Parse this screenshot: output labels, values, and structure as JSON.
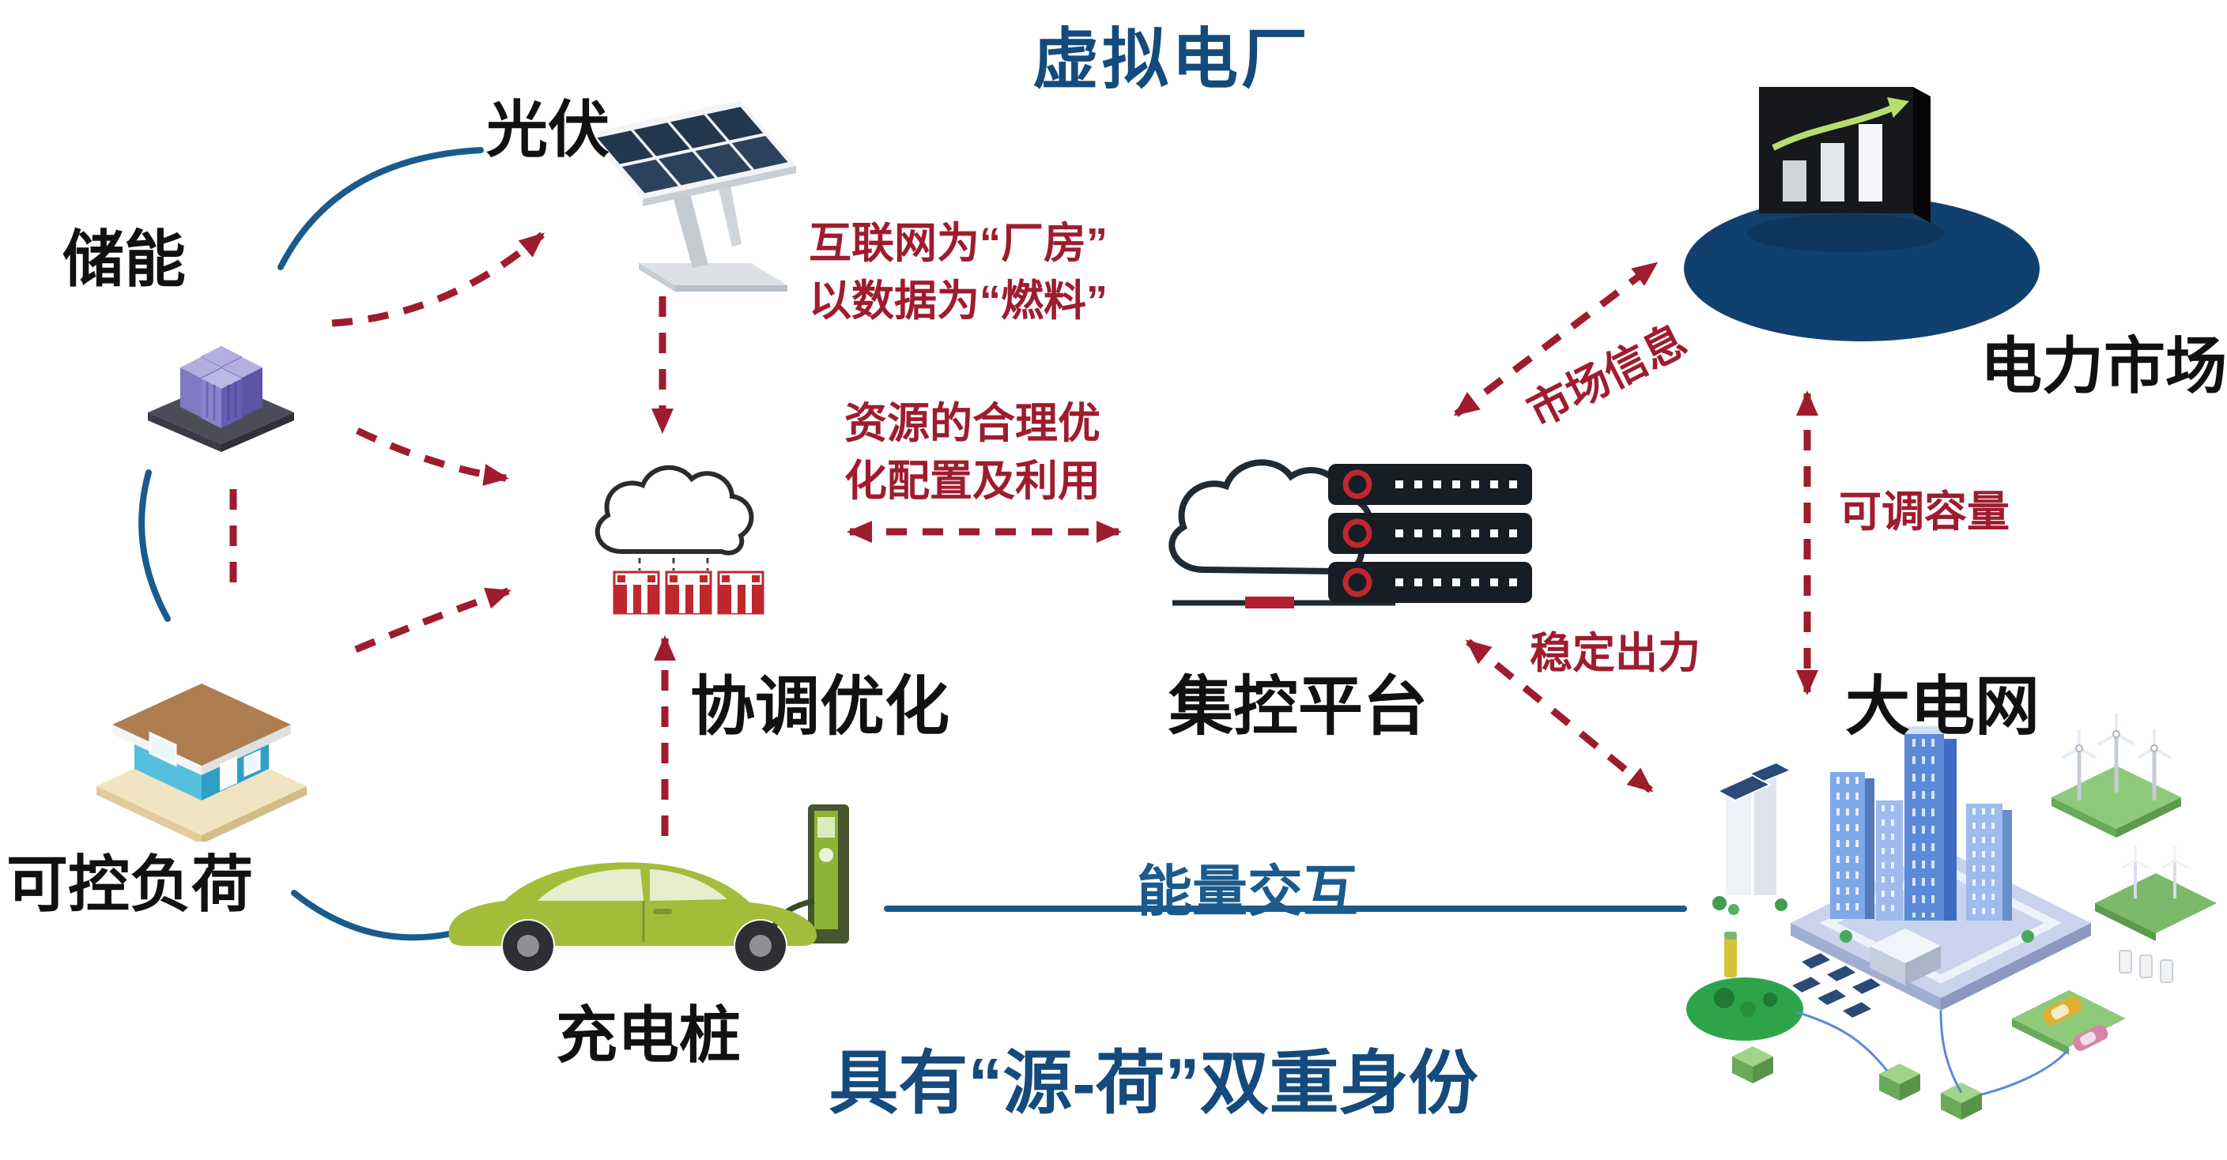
{
  "title": "虚拟电厂",
  "subtitle": "具有“源-荷”双重身份",
  "nodes": {
    "pv": "光伏",
    "storage": "储能",
    "load": "可控负荷",
    "charger": "充电桩",
    "coordination": "协调优化",
    "platform": "集控平台",
    "market": "电力市场",
    "grid": "大电网"
  },
  "annotations": {
    "internet_line1": "互联网为“厂房”",
    "internet_line2": "以数据为“燃料”",
    "resource_line1": "资源的合理优",
    "resource_line2": "化配置及利用",
    "market_info": "市场信息",
    "adjustable_capacity": "可调容量",
    "stable_output": "稳定出力",
    "energy_exchange": "能量交互"
  },
  "colors": {
    "title_blue": "#154a7c",
    "annotation_red": "#9e1c2e",
    "line_blue": "#1b5a8c",
    "label_black": "#111111",
    "container_red": "#c0272d",
    "car_green": "#a3bd3a",
    "storage_purple": "#7a71bd",
    "market_navy": "#12406e"
  }
}
